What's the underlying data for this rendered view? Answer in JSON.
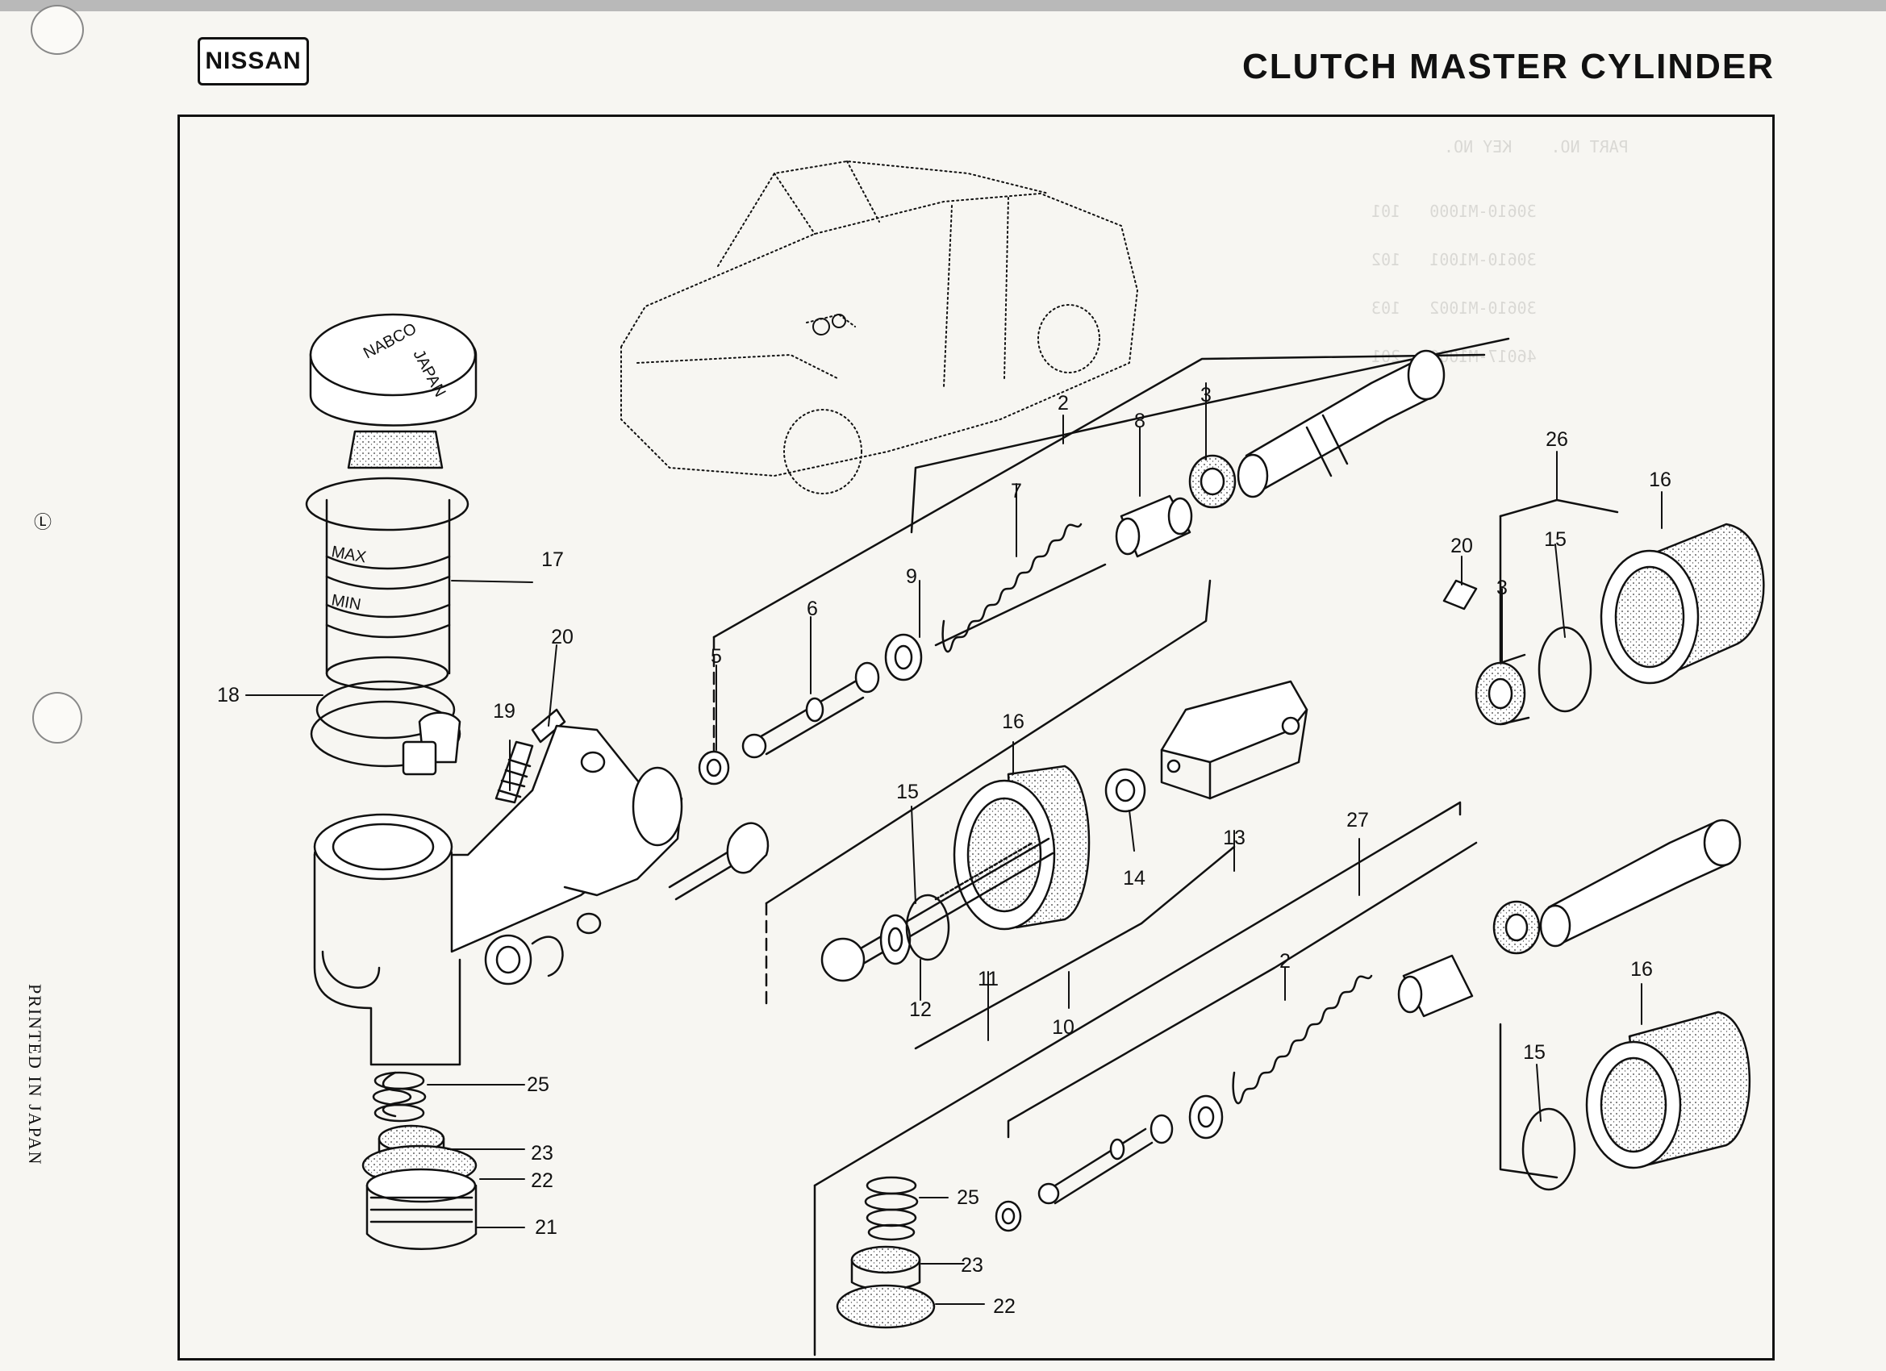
{
  "header": {
    "brand": "NISSAN",
    "title": "CLUTCH MASTER CYLINDER"
  },
  "sidebar": {
    "printed_note": "PRINTED IN JAPAN",
    "page_mark": "Ⓛ"
  },
  "reservoir_cap": {
    "line1": "NABCO",
    "line2": "JAPAN"
  },
  "reservoir_marks": {
    "max": "MAX",
    "min": "MIN"
  },
  "callouts": {
    "c2a": "2",
    "c8": "8",
    "c3a": "3",
    "c7": "7",
    "c9": "9",
    "c6": "6",
    "c5": "5",
    "c26": "26",
    "c16a": "16",
    "c15a": "15",
    "c20a": "20",
    "c3b": "3",
    "c17": "17",
    "c18": "18",
    "c20b": "20",
    "c19": "19",
    "c16b": "16",
    "c15b": "15",
    "c13": "13",
    "c14": "14",
    "c27": "27",
    "c11": "11",
    "c12": "12",
    "c10": "10",
    "c2b": "2",
    "c16c": "16",
    "c15c": "15",
    "c25a": "25",
    "c23a": "23",
    "c22a": "22",
    "c21": "21",
    "c25b": "25",
    "c23b": "23",
    "c22b": "22"
  },
  "colors": {
    "ink": "#111111",
    "paper": "#f7f6f2"
  }
}
